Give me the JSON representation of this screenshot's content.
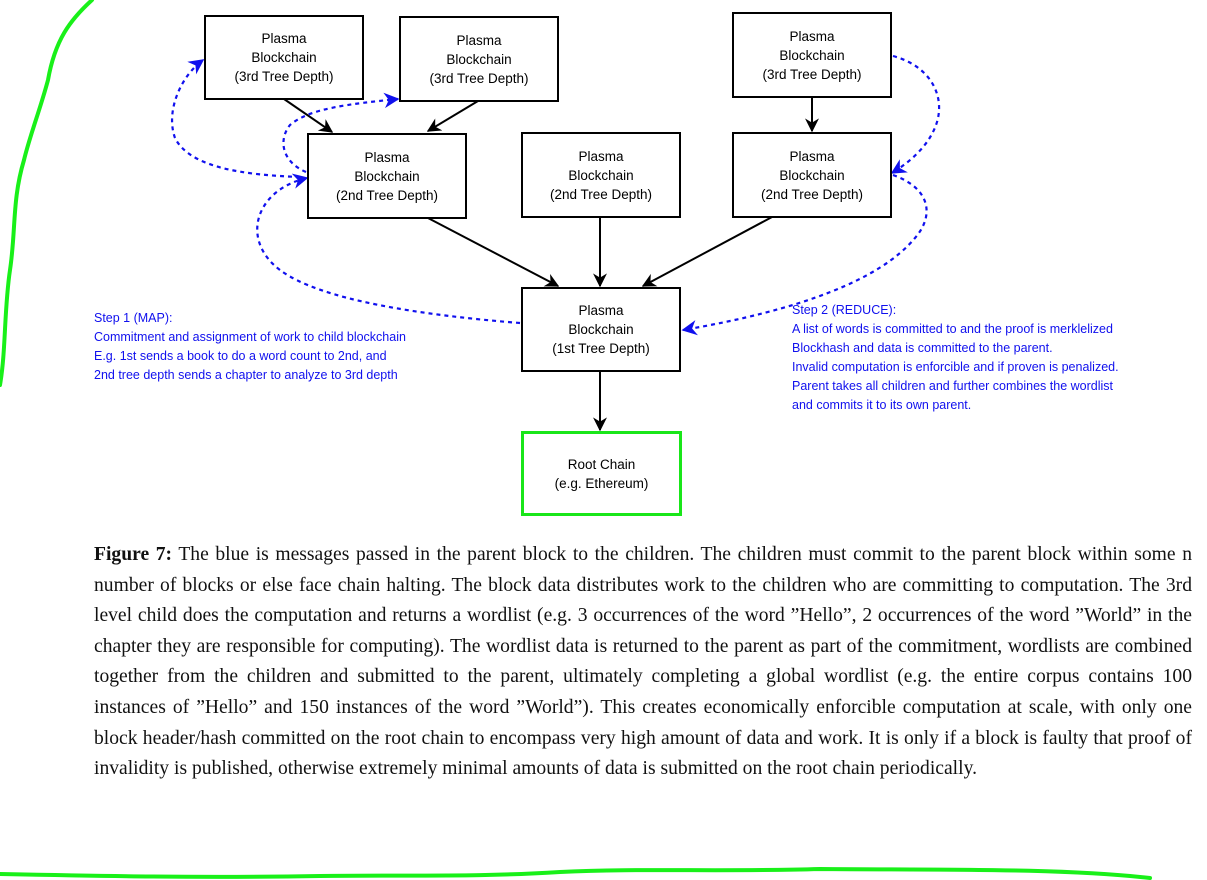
{
  "diagram": {
    "nodes": {
      "t3_left": [
        "Plasma",
        "Blockchain",
        "(3rd Tree Depth)"
      ],
      "t3_mid": [
        "Plasma",
        "Blockchain",
        "(3rd Tree Depth)"
      ],
      "t3_right": [
        "Plasma",
        "Blockchain",
        "(3rd Tree Depth)"
      ],
      "t2_left": [
        "Plasma",
        "Blockchain",
        "(2nd Tree Depth)"
      ],
      "t2_mid": [
        "Plasma",
        "Blockchain",
        "(2nd Tree Depth)"
      ],
      "t2_right": [
        "Plasma",
        "Blockchain",
        "(2nd Tree Depth)"
      ],
      "t1": [
        "Plasma",
        "Blockchain",
        "(1st Tree Depth)"
      ],
      "root": [
        "Root Chain",
        "(e.g. Ethereum)"
      ]
    },
    "step1": [
      "Step 1 (MAP):",
      "Commitment and assignment of work to child blockchain",
      "E.g. 1st sends a book to do a word count to 2nd, and",
      "2nd tree depth sends a chapter to analyze to 3rd depth"
    ],
    "step2": [
      "Step 2 (REDUCE):",
      "A list of words is committed to and the proof is merklelized",
      "Blockhash and data is committed to the parent.",
      "Invalid computation is enforcible and if proven is penalized.",
      "Parent takes all children and further combines the wordlist",
      "and commits it to its own parent."
    ],
    "colors": {
      "message_arrows": "#1010ee",
      "root_border": "#19e619",
      "annotation_marker": "#19f019"
    }
  },
  "caption": {
    "label": "Figure 7:",
    "text": "The blue is messages passed in the parent block to the children. The children must commit to the parent block within some n number of blocks or else face chain halting. The block data distributes work to the children who are committing to computation. The 3rd level child does the computation and returns a wordlist (e.g. 3 occurrences of the word ”Hello”, 2 occurrences of the word ”World” in the chapter they are responsible for computing). The wordlist data is returned to the parent as part of the commitment, wordlists are combined together from the children and submitted to the parent, ultimately completing a global wordlist (e.g. the entire corpus contains 100 instances of ”Hello” and 150 instances of the word ”World”). This creates economically enforcible computation at scale, with only one block header/hash committed on the root chain to encompass very high amount of data and work. It is only if a block is faulty that proof of invalidity is published, otherwise extremely minimal amounts of data is submitted on the root chain periodically."
  }
}
